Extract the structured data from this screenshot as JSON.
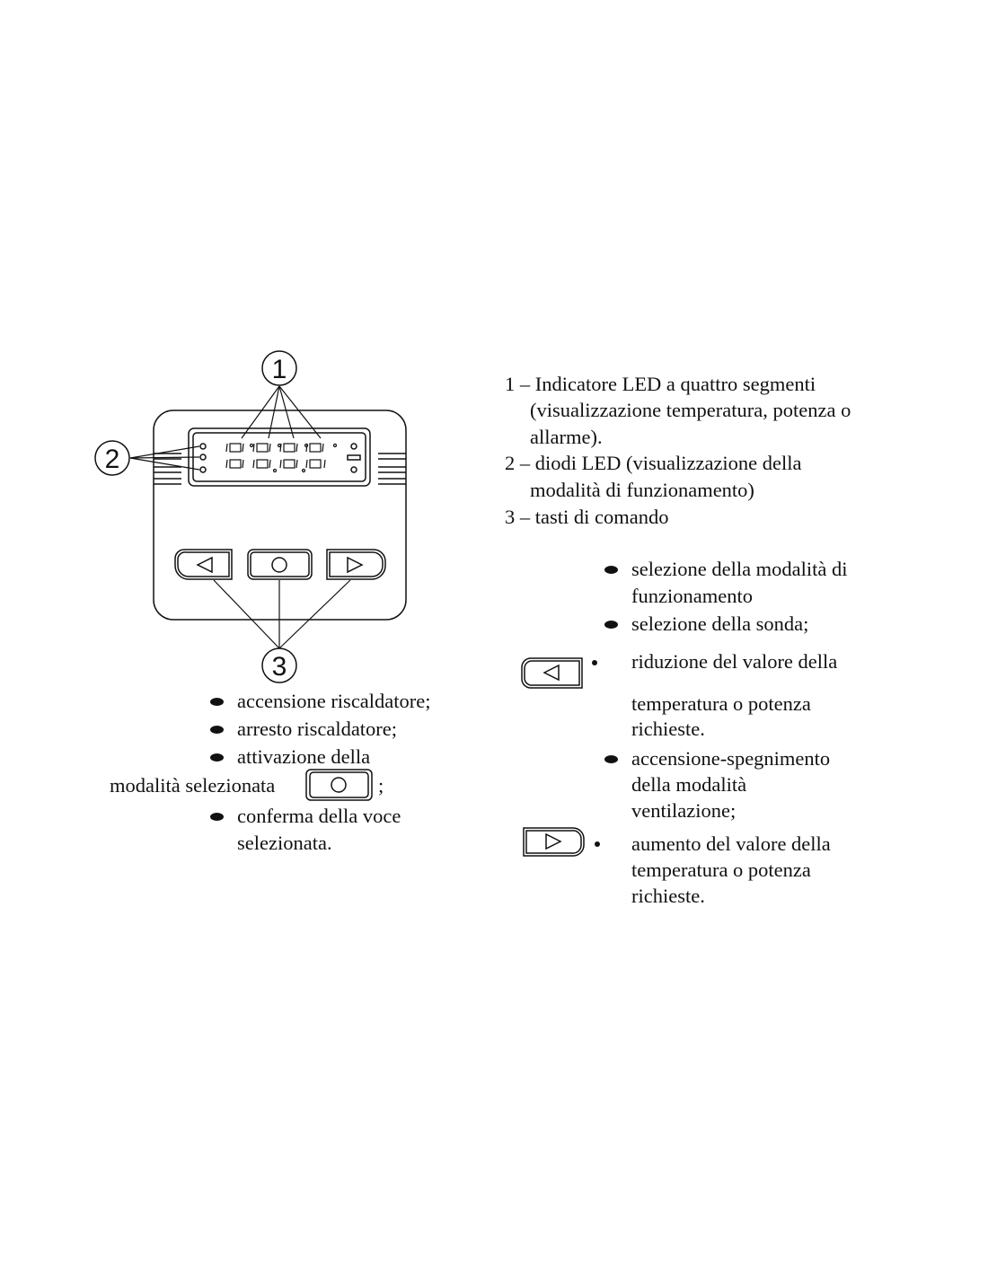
{
  "diagram": {
    "callouts": [
      "1",
      "2",
      "3"
    ],
    "keys": [
      "left-arrow-key",
      "ok-key",
      "right-arrow-key"
    ]
  },
  "legend": [
    {
      "number_line": "1 – Indicatore LED a quattro segmenti",
      "cont": [
        "(visualizzazione temperatura, potenza o",
        "allarme)."
      ]
    },
    {
      "number_line": "2 – diodi LED (visualizzazione della",
      "cont": [
        "modalità di funzionamento)"
      ]
    },
    {
      "number_line": "3 – tasti di comando",
      "cont": []
    }
  ],
  "ok_key_functions": {
    "items": [
      "accensione riscaldatore;",
      "arresto riscaldatore;",
      "attivazione della"
    ],
    "inline_prefix": "modalità selezionata",
    "inline_suffix": ";",
    "last_item": [
      "conferma della voce",
      "selezionata."
    ]
  },
  "right_functions": {
    "items": [
      [
        "selezione della modalità di",
        "funzionamento"
      ],
      [
        "selezione della sonda;"
      ]
    ],
    "left_key_item": [
      "riduzione del valore della",
      "temperatura o potenza",
      "richieste."
    ],
    "ventilation_item": [
      "accensione-spegnimento",
      "della modalità",
      "ventilazione;"
    ],
    "right_key_item": [
      "aumento del valore della",
      "temperatura o potenza",
      "richieste."
    ]
  }
}
